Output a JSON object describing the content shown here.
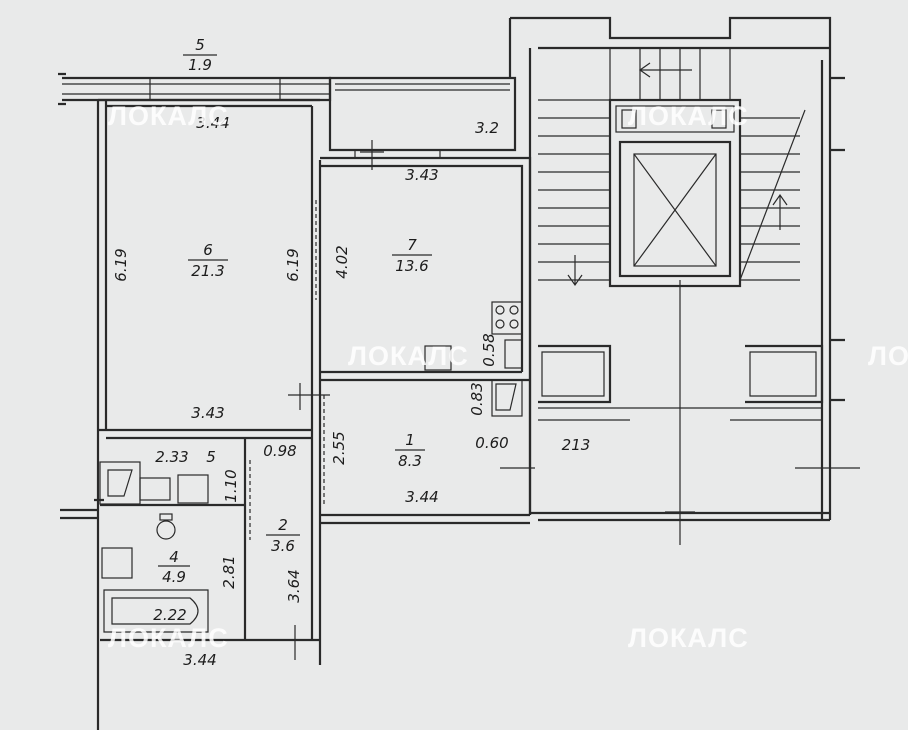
{
  "watermark": "ЛОКАЛС",
  "rooms": [
    {
      "id": "room-5-balcony",
      "number": "5",
      "area": "1.9"
    },
    {
      "id": "room-6",
      "number": "6",
      "area": "21.3"
    },
    {
      "id": "room-7",
      "number": "7",
      "area": "13.6"
    },
    {
      "id": "room-1",
      "number": "1",
      "area": "8.3"
    },
    {
      "id": "room-2",
      "number": "2",
      "area": "3.6"
    },
    {
      "id": "room-4",
      "number": "4",
      "area": "4.9"
    },
    {
      "id": "room-5-wc",
      "number": "5",
      "area": "2.33"
    }
  ],
  "dimensions": {
    "d1": "3.44",
    "d2": "3.2",
    "d3": "3.43",
    "d4": "6.19",
    "d5": "6.19",
    "d6": "4.02",
    "d7": "0.58",
    "d8": "3.43",
    "d9": "0.83",
    "d10": "2.55",
    "d11": "0.60",
    "d12": "213",
    "d13": "3.44",
    "d14": "0.98",
    "d15": "1.10",
    "d16": "2.81",
    "d17": "3.64",
    "d18": "2.22",
    "d19": "3.44"
  },
  "colors": {
    "paper": "#e9eaea",
    "ink": "#2a2a2a",
    "watermark": "#ffffff"
  }
}
